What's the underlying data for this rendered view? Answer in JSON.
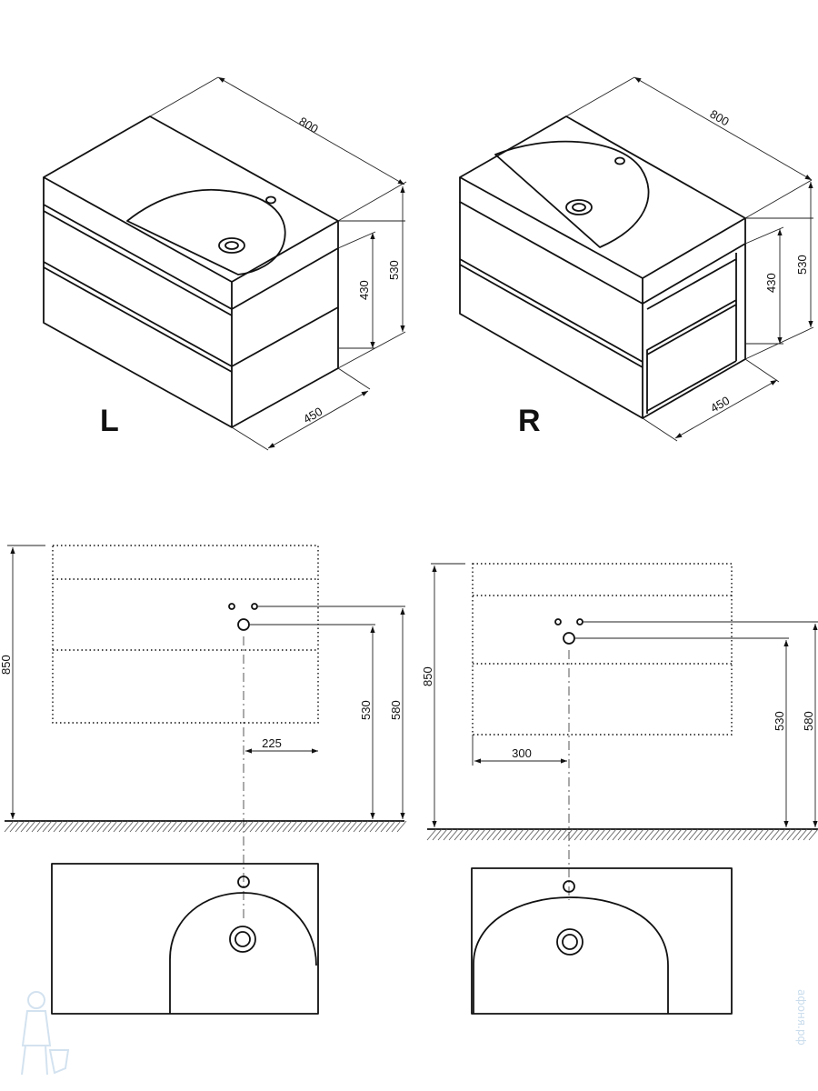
{
  "variants": {
    "left": {
      "label": "L",
      "iso_dims": {
        "width": "800",
        "height": "530",
        "body_height": "430",
        "depth": "450"
      },
      "elevation_dims": {
        "total_height": "850",
        "drain_height": "530",
        "tap_height": "580",
        "drain_offset": "225"
      }
    },
    "right": {
      "label": "R",
      "iso_dims": {
        "width": "800",
        "height": "530",
        "body_height": "430",
        "depth": "450"
      },
      "elevation_dims": {
        "total_height": "850",
        "drain_height": "530",
        "tap_height": "580",
        "drain_offset": "300"
      }
    }
  },
  "watermark": {
    "text": "афоня.рф"
  },
  "colors": {
    "line": "#111111",
    "watermark": "#c9dcec"
  }
}
